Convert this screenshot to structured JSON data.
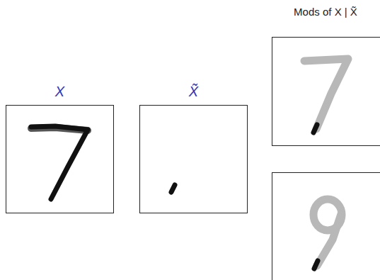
{
  "diagram": {
    "nodes": [
      {
        "text": [
          "X"
        ]
      },
      {
        "text": [
          "X̃"
        ]
      }
    ],
    "labels": [
      "Mods of X | X̃"
    ]
  }
}
